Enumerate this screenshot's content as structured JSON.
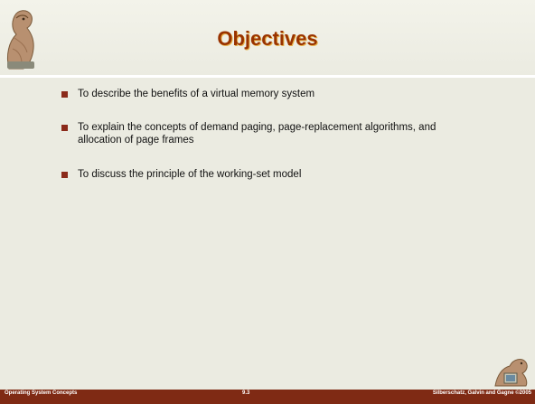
{
  "slide": {
    "title": "Objectives",
    "bullets": [
      "To describe the benefits of a virtual memory system",
      "To explain the concepts of demand paging, page-replacement algorithms, and allocation of page frames",
      "To discuss the principle of the working-set model"
    ]
  },
  "footer": {
    "left": "Operating System Concepts",
    "center": "9.3",
    "right": "Silberschatz, Galvin and Gagne ©2005"
  },
  "colors": {
    "title": "#993300",
    "footer_band": "#7f2a14",
    "bullet_marker": "#8b2a1a",
    "background": "#ebebe1"
  }
}
